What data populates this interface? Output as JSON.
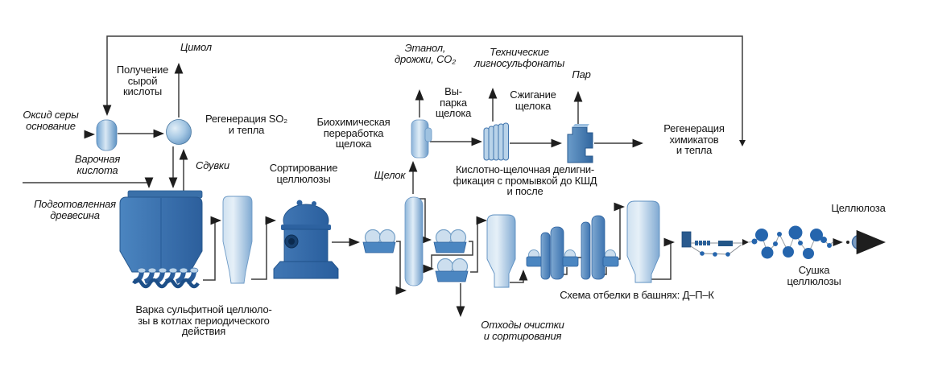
{
  "colors": {
    "line": "#3d3d3d",
    "arrow": "#1e1e1e",
    "equipment_dark_blue": "#2f66a4",
    "equipment_mid_blue": "#4b86c1",
    "equipment_light_blue": "#cfe1f0",
    "dryer_roll_blue": "#2565ad"
  },
  "labels": {
    "cymol": "Цимол",
    "raw_acid_prep": "Получение\nсырой\nкислоты",
    "sulfur_oxide_base": "Оксид серы\nоснование",
    "so2_heat_regen": "Регенерация SO₂\nи тепла",
    "cooking_acid": "Варочная\nкислота",
    "blow_gases": "Сдувки",
    "prepared_wood": "Подготовленная\nдревесина",
    "pulp_sorting": "Сортирование\nцеллюлозы",
    "biochemical_processing": "Биохимическая\nпереработка\nщелока",
    "spent_liquor": "Щелок",
    "ethanol_yeast_co2": "Этанол,\nдрожжи, CO₂",
    "liquor_evaporation": "Вы-\nпарка\nщелока",
    "technical_lignosulfonates": "Технические\nлигносульфонаты",
    "liquor_burning": "Сжигание\nщелока",
    "steam": "Пар",
    "chemicals_heat_regen": "Регенерация\nхимикатов\nи тепла",
    "acid_alkali_delignification": "Кислотно-щелочная делигни-\nфикация с промывкой до КШД\nи после",
    "batch_cooking": "Варка сульфитной целлюло-\nзы в котлах периодического\nдействия",
    "cleaning_waste": "Отходы очистки\nи сортирования",
    "bleaching_scheme": "Схема отбелки в башнях: Д–П–К",
    "pulp_output": "Целлюлоза",
    "pulp_drying": "Сушка\nцеллюлозы"
  }
}
